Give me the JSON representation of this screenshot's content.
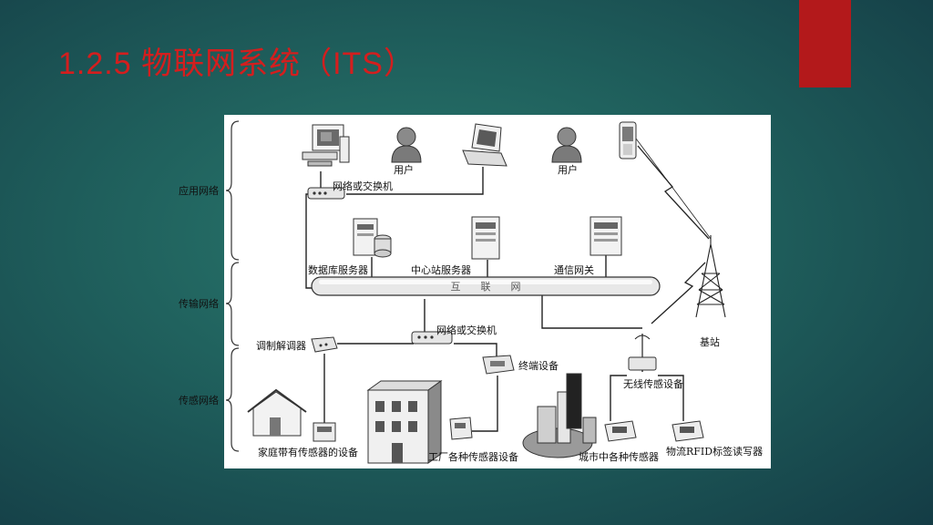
{
  "slide": {
    "title": "1.2.5 物联网系统（ITS）",
    "accent_color": "#b3191b",
    "title_color": "#d41e1e"
  },
  "diagram": {
    "layers": {
      "application": "应用网络",
      "transport": "传输网络",
      "sensing": "传感网络"
    },
    "labels": {
      "user1": "用户",
      "user2": "用户",
      "switch_top": "网络或交换机",
      "db_server": "数据库服务器",
      "center_server": "中心站服务器",
      "gateway": "通信网关",
      "internet": "互　　联　　网",
      "base_station": "基站",
      "switch_mid": "网络或交换机",
      "modem": "调制解调器",
      "terminal": "终端设备",
      "wireless_sensor": "无线传感设备",
      "home_devices": "家庭带有传感器的设备",
      "factory_sensors": "工厂各种传感器设备",
      "city_sensors": "城市中各种传感器",
      "rfid": "物流RFID标签读写器"
    }
  }
}
